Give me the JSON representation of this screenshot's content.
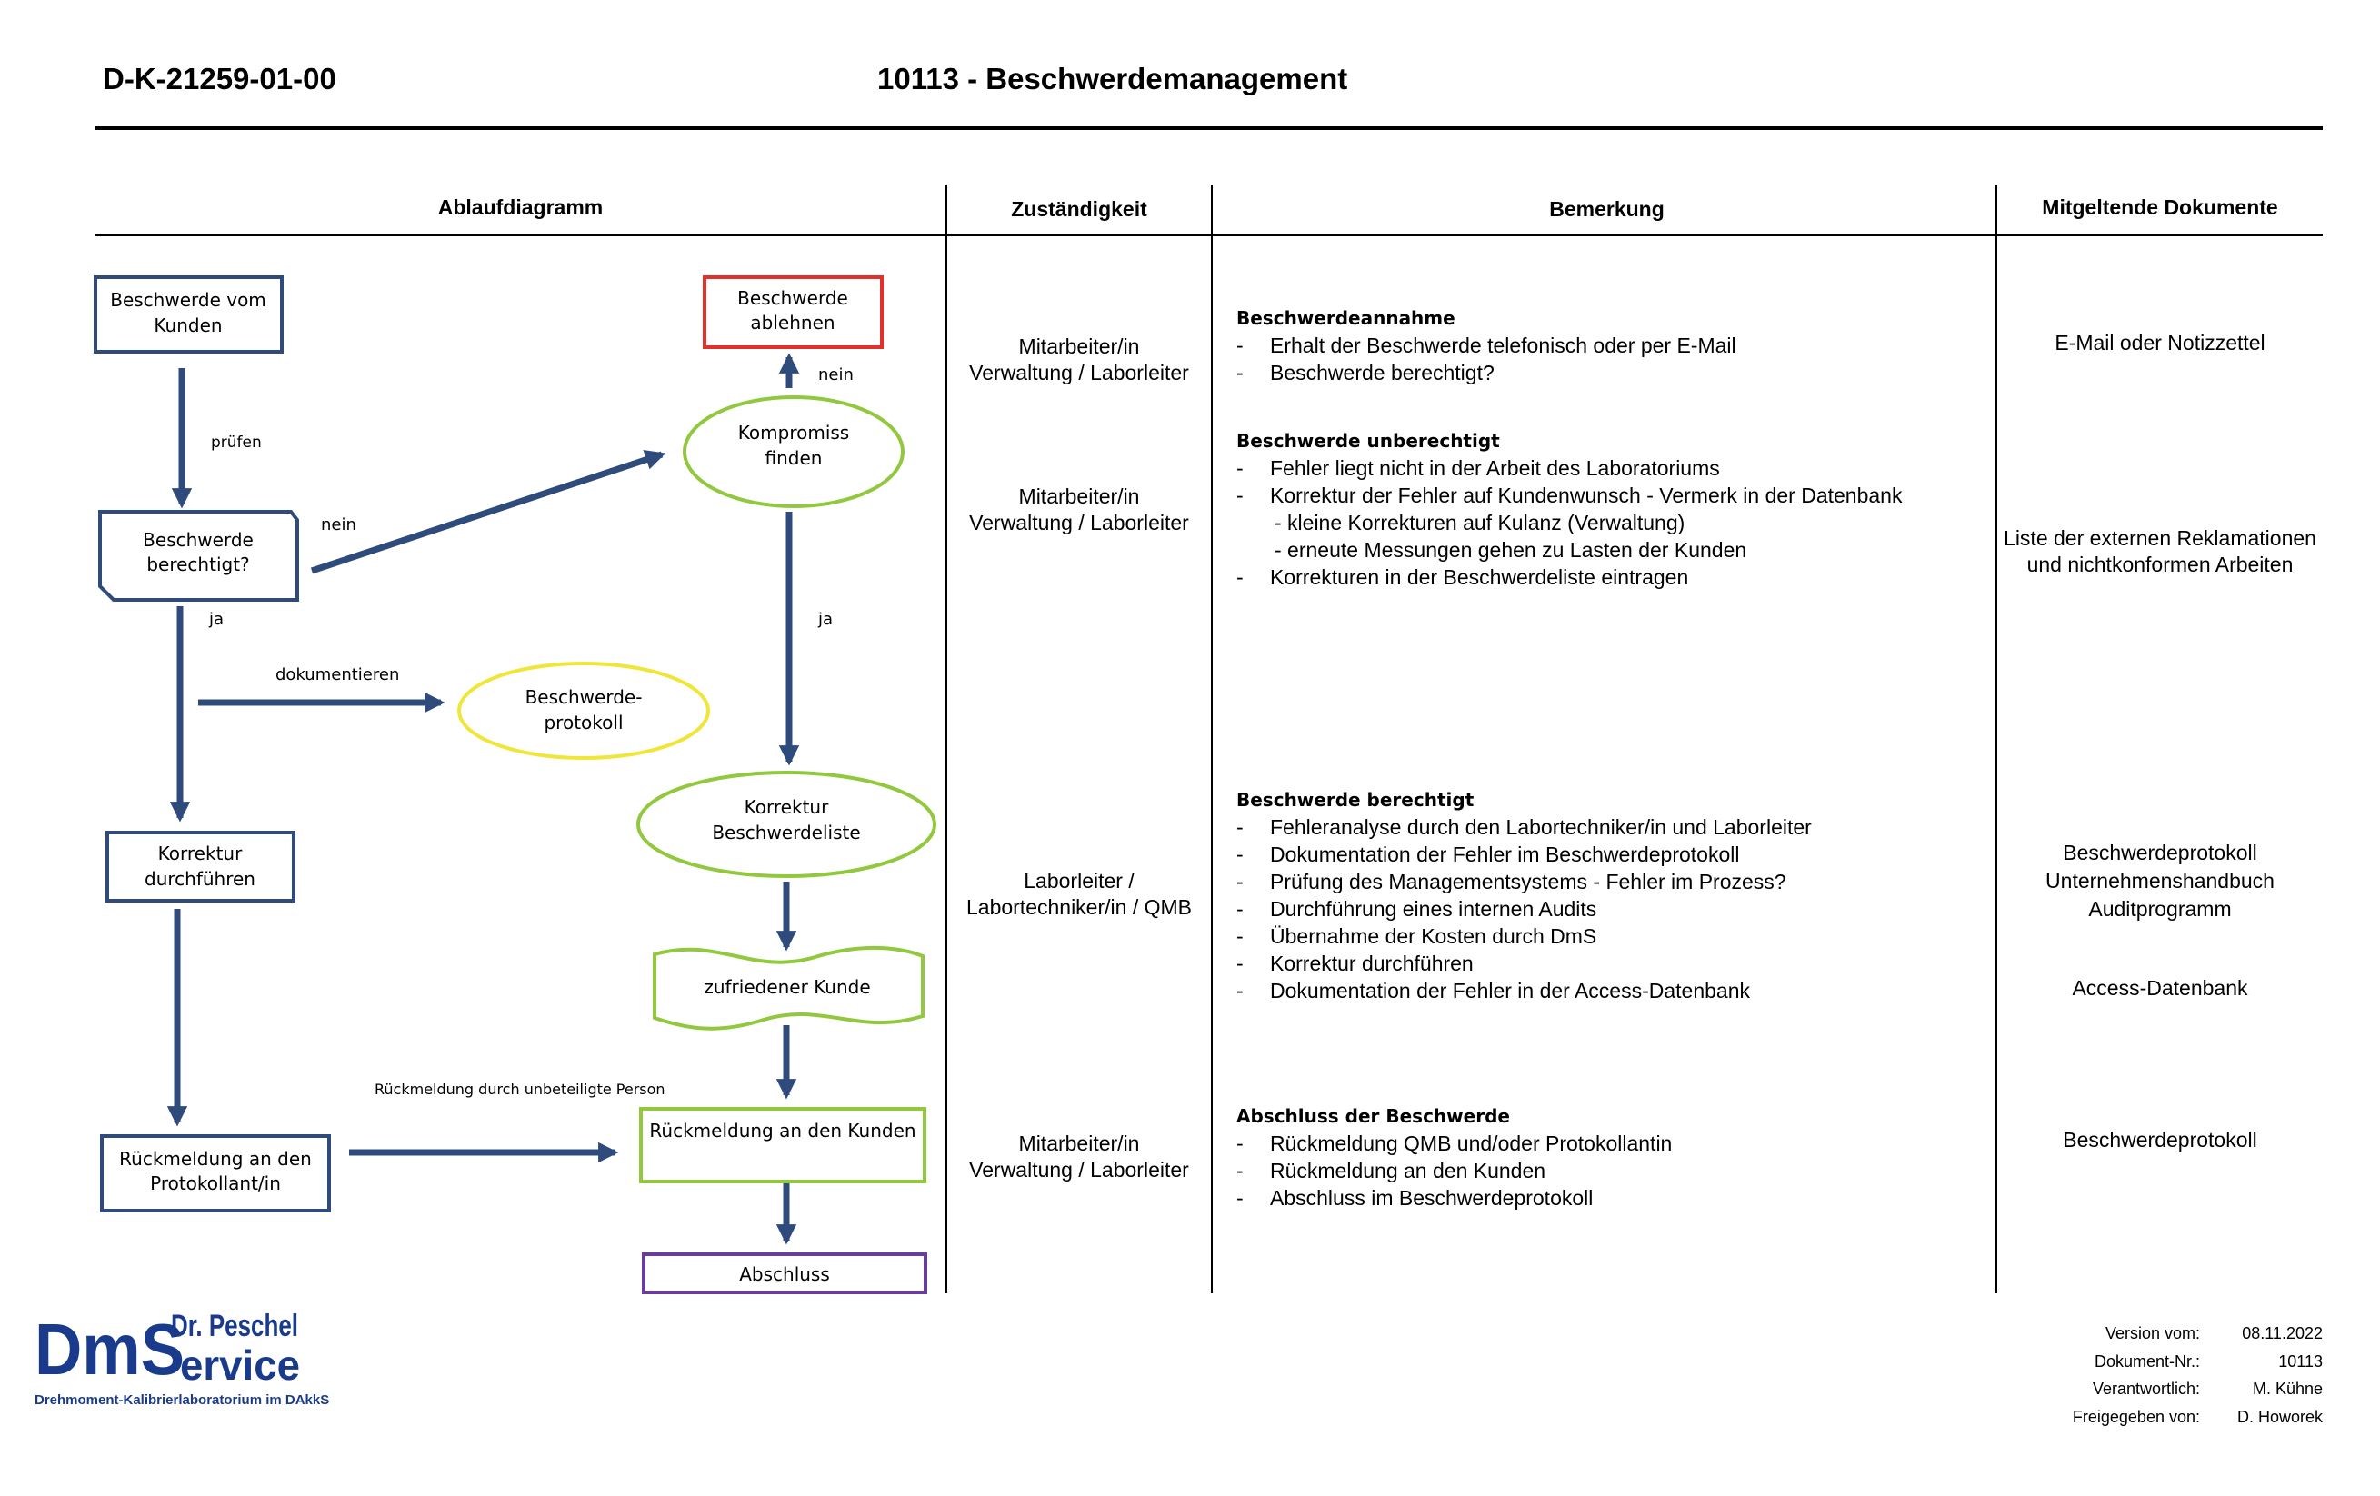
{
  "header": {
    "doc_code": "D-K-21259-01-00",
    "title": "10113 - Beschwerdemanagement"
  },
  "columns": {
    "flow": "Ablaufdiagramm",
    "responsibility": "Zuständigkeit",
    "remark": "Bemerkung",
    "documents": "Mitgeltende Dokumente"
  },
  "flowchart": {
    "nodes": {
      "complaint_received": "Beschwerde vom Kunden",
      "complaint_justified": "Beschwerde berechtigt?",
      "correction": "Korrektur durchführen",
      "feedback_reporter": "Rückmeldung an den Protokollant/in",
      "reject": "Beschwerde ablehnen",
      "compromise": "Kompromiss finden",
      "protocol": "Beschwerde- protokoll",
      "complaint_list": "Korrektur Beschwerdeliste",
      "satisfied_customer": "zufriedener Kunde",
      "feedback_customer": "Rückmeldung an den Kunden",
      "close": "Abschluss"
    },
    "labels": {
      "check": "prüfen",
      "no_left": "nein",
      "yes_left": "ja",
      "document": "dokumentieren",
      "no_top": "nein",
      "yes_right": "ja",
      "feedback_person": "Rückmeldung durch unbeteiligte Person"
    },
    "colors": {
      "blue": "#2f4b7c",
      "red": "#e0322b",
      "green": "#92c83e",
      "yellow": "#f0e63a",
      "purple": "#6a3d9a"
    }
  },
  "rows": [
    {
      "responsibility": "Mitarbeiter/in Verwaltung / Laborleiter",
      "remark_title": "Beschwerdeannahme",
      "remark_items": [
        {
          "text": "Erhalt der Beschwerde telefonisch oder per E-Mail",
          "level": 0
        },
        {
          "text": "Beschwerde berechtigt?",
          "level": 0
        }
      ],
      "documents": [
        "E-Mail oder Notizzettel"
      ]
    },
    {
      "responsibility": "Mitarbeiter/in Verwaltung / Laborleiter",
      "remark_title": "Beschwerde unberechtigt",
      "remark_items": [
        {
          "text": "Fehler liegt nicht in der Arbeit des Laboratoriums",
          "level": 0
        },
        {
          "text": "Korrektur der Fehler auf Kundenwunsch - Vermerk in der Datenbank",
          "level": 0
        },
        {
          "text": "- kleine Korrekturen auf Kulanz (Verwaltung)",
          "level": 1
        },
        {
          "text": "- erneute Messungen gehen zu Lasten der Kunden",
          "level": 1
        },
        {
          "text": "Korrekturen in der Beschwerdeliste eintragen",
          "level": 0
        }
      ],
      "documents": [
        "Liste der externen Reklamationen",
        "und nichtkonformen Arbeiten"
      ]
    },
    {
      "responsibility": "Laborleiter / Labortechniker/in / QMB",
      "remark_title": "Beschwerde berechtigt",
      "remark_items": [
        {
          "text": "Fehleranalyse durch den Labortechniker/in und Laborleiter",
          "level": 0
        },
        {
          "text": "Dokumentation der Fehler im Beschwerdeprotokoll",
          "level": 0
        },
        {
          "text": "Prüfung des Managementsystems - Fehler im Prozess?",
          "level": 0
        },
        {
          "text": "Durchführung eines internen Audits",
          "level": 0
        },
        {
          "text": "Übernahme der Kosten durch DmS",
          "level": 0
        },
        {
          "text": "Korrektur durchführen",
          "level": 0
        },
        {
          "text": "Dokumentation der Fehler in der Access-Datenbank",
          "level": 0
        }
      ],
      "documents": [
        "Beschwerdeprotokoll",
        "Unternehmenshandbuch",
        "Auditprogramm",
        "Access-Datenbank"
      ]
    },
    {
      "responsibility": "Mitarbeiter/in Verwaltung / Laborleiter",
      "remark_title": "Abschluss der Beschwerde",
      "remark_items": [
        {
          "text": "Rückmeldung QMB und/oder Protokollantin",
          "level": 0
        },
        {
          "text": "Rückmeldung an den Kunden",
          "level": 0
        },
        {
          "text": "Abschluss im Beschwerdeprotokoll",
          "level": 0
        }
      ],
      "documents": [
        "Beschwerdeprotokoll"
      ]
    }
  ],
  "logo": {
    "dms": "DmS",
    "dr_peschel": "Dr. Peschel",
    "service": "ervice",
    "subtitle": "Drehmoment-Kalibrierlaboratorium im DAkkS"
  },
  "meta": {
    "version_label": "Version vom:",
    "version_value": "08.11.2022",
    "docnr_label": "Dokument-Nr.:",
    "docnr_value": "10113",
    "responsible_label": "Verantwortlich:",
    "responsible_value": "M. Kühne",
    "released_label": "Freigegeben von:",
    "released_value": "D. Howorek"
  }
}
